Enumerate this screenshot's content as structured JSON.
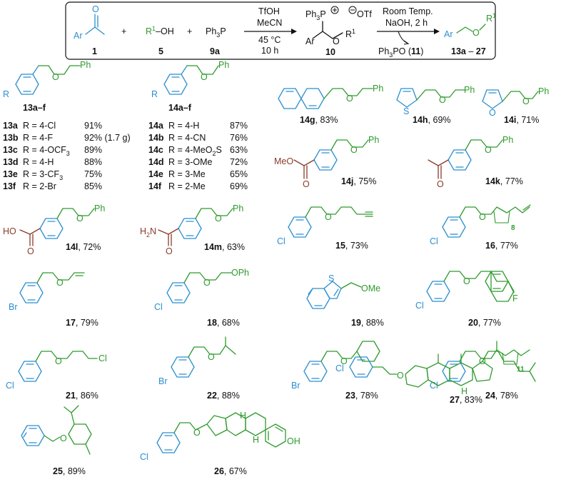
{
  "scheme": {
    "reagent1_num": "1",
    "reagent5_text": "R",
    "reagent5_sup": "1",
    "reagent5_rest": "–OH",
    "reagent5_num": "5",
    "reagent9_text": "Ph",
    "reagent9_sub": "3",
    "reagent9_rest": "P",
    "reagent9_num": "9a",
    "plus": "+",
    "arrow1_top1": "TfOH",
    "arrow1_top2": "MeCN",
    "arrow1_bot1": "45 °C",
    "arrow1_bot2": "10 h",
    "intermediate_num": "10",
    "intermediate_ph3p": "Ph",
    "intermediate_sub3": "3",
    "intermediate_p": "P",
    "intermediate_otf": "OTf",
    "arrow2_top1": "Room Temp.",
    "arrow2_top2": "NaOH,  2 h",
    "arrow2_bot": "Ph",
    "arrow2_bot_sub": "3",
    "arrow2_bot_rest": "PO (",
    "arrow2_bot_num": "11",
    "arrow2_bot_close": ")",
    "product_range": "13a",
    "product_dash": " – ",
    "product_range_end": "27",
    "ar": "Ar",
    "o": "O",
    "r1": "R",
    "r1sup": "1"
  },
  "series13": {
    "header": "13a–f",
    "r_label": "R",
    "ph": "Ph",
    "rows": [
      {
        "id": "13a",
        "r": "R = 4-Cl",
        "yield": "91%"
      },
      {
        "id": "13b",
        "r": "R = 4-F",
        "yield": "92% (1.7 g)"
      },
      {
        "id": "13c",
        "r": "R = 4-OCF",
        "r_sub": "3",
        "yield": "89%"
      },
      {
        "id": "13d",
        "r": "R = 4-H",
        "yield": "88%"
      },
      {
        "id": "13e",
        "r": "R = 3-CF",
        "r_sub": "3",
        "yield": "75%"
      },
      {
        "id": "13f",
        "r": "R = 2-Br",
        "yield": "85%"
      }
    ]
  },
  "series14": {
    "header": "14a–f",
    "r_label": "R",
    "ph": "Ph",
    "rows": [
      {
        "id": "14a",
        "r": "R = 4-H",
        "yield": "87%"
      },
      {
        "id": "14b",
        "r": "R = 4-CN",
        "yield": "76%"
      },
      {
        "id": "14c",
        "r": "R = 4-MeO",
        "r_sub": "2",
        "r_tail": "S",
        "yield": "63%"
      },
      {
        "id": "14d",
        "r": "R = 3-OMe",
        "yield": "72%"
      },
      {
        "id": "14e",
        "r": "R = 3-Me",
        "yield": "65%"
      },
      {
        "id": "14f",
        "r": "R = 2-Me",
        "yield": "69%"
      }
    ]
  },
  "compounds": [
    {
      "id": "14g",
      "yield": ", 83%"
    },
    {
      "id": "14h",
      "yield": ", 69%"
    },
    {
      "id": "14i",
      "yield": ", 71%"
    },
    {
      "id": "14j",
      "yield": ", 75%"
    },
    {
      "id": "14k",
      "yield": ", 77%"
    },
    {
      "id": "14l",
      "yield": ", 72%"
    },
    {
      "id": "14m",
      "yield": ", 63%"
    },
    {
      "id": "15",
      "yield": ", 73%"
    },
    {
      "id": "16",
      "yield": ", 77%"
    },
    {
      "id": "17",
      "yield": ", 79%"
    },
    {
      "id": "18",
      "yield": ", 68%"
    },
    {
      "id": "19",
      "yield": ", 88%"
    },
    {
      "id": "20",
      "yield": ", 77%"
    },
    {
      "id": "21",
      "yield": ", 86%"
    },
    {
      "id": "22",
      "yield": ", 88%"
    },
    {
      "id": "23",
      "yield": ", 78%"
    },
    {
      "id": "24",
      "yield": ", 78%"
    },
    {
      "id": "25",
      "yield": ", 89%"
    },
    {
      "id": "26",
      "yield": ", 67%"
    },
    {
      "id": "27",
      "yield": ", 83%"
    }
  ],
  "atoms": {
    "ph": "Ph",
    "o": "O",
    "s": "S",
    "cl": "Cl",
    "br": "Br",
    "f": "F",
    "oh": "OH",
    "ho": "HO",
    "meo": "MeO",
    "ome": "OMe",
    "oph": "OPh",
    "h2n": "H",
    "h2n_sub": "2",
    "h2n_n": "N",
    "h": "H",
    "n8": "8",
    "n11": "11"
  },
  "colors": {
    "aryl": "#2b8fd0",
    "chain": "#2e9a2e",
    "carbonyl": "#8a3b2b"
  }
}
